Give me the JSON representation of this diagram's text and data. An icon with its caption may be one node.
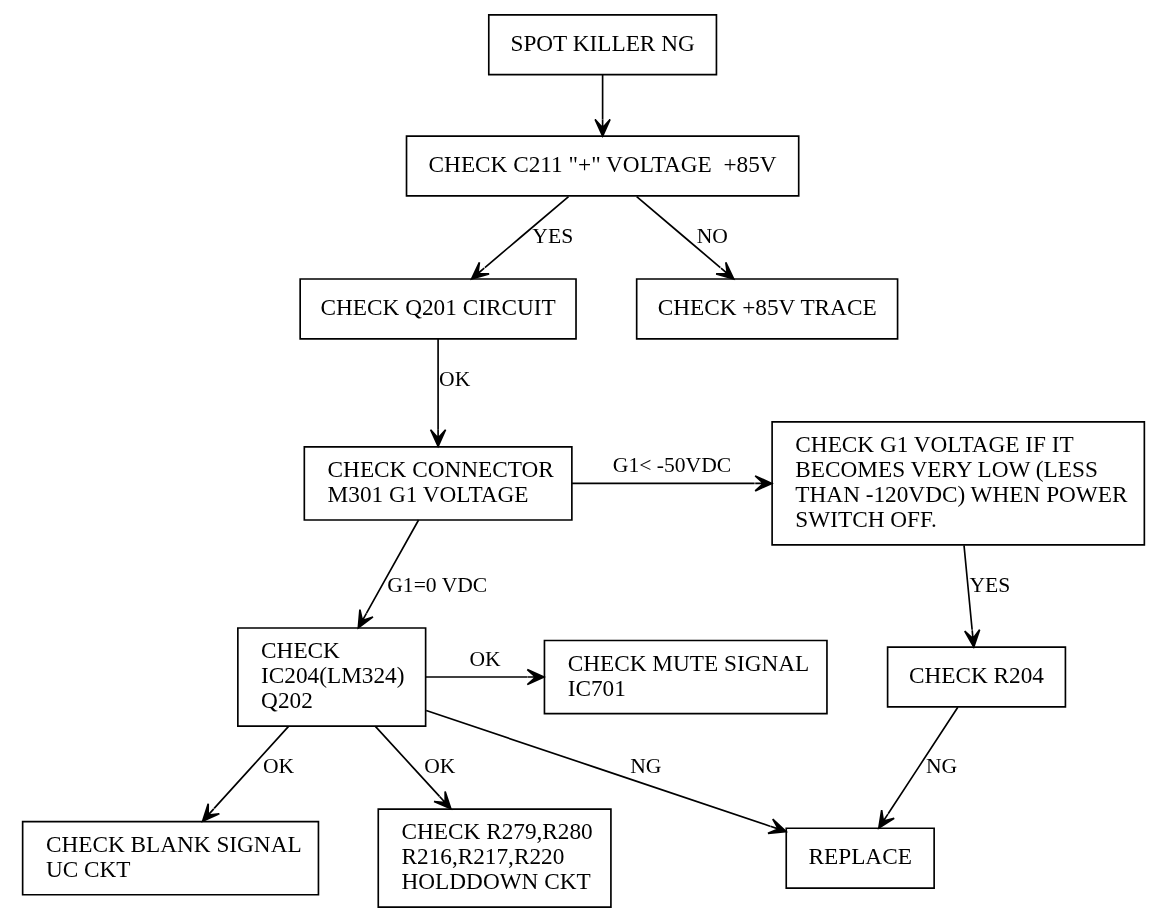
{
  "diagram": {
    "nodes": [
      {
        "text": [
          "SPOT KILLER NG"
        ]
      },
      {
        "text": [
          "CHECK C211 \"+\" VOLTAGE  +85V"
        ]
      },
      {
        "text": [
          "CHECK Q201 CIRCUIT"
        ]
      },
      {
        "text": [
          "CHECK +85V TRACE"
        ]
      },
      {
        "text": [
          "CHECK CONNECTOR M301 G1 VOLTAGE"
        ]
      },
      {
        "text": [
          "CHECK G1 VOLTAGE IF IT BECOMES VERY LOW (LESS THAN -120VDC) WHEN POWER SWITCH OFF."
        ]
      },
      {
        "text": [
          "CHECK MUTE SIGNAL IC701"
        ]
      },
      {
        "text": [
          "CHECK IC204(LM324) Q202"
        ]
      },
      {
        "text": [
          "REPLACE"
        ]
      },
      {
        "text": [
          "CHECK R204"
        ]
      },
      {
        "text": [
          "CHECK BLANK SIGNAL UC CKT"
        ]
      },
      {
        "text": [
          "CHECK R279,R280 R216,R217,R220 HOLDDOWN CKT"
        ]
      }
    ],
    "edges": [
      {
        "from": 0,
        "to": 1,
        "arrow": "to"
      },
      {
        "from": 1,
        "to": 2,
        "arrow": "to",
        "label": "YES"
      },
      {
        "from": 1,
        "to": 3,
        "arrow": "to",
        "label": "NO"
      },
      {
        "from": 2,
        "to": 4,
        "arrow": "to",
        "label": "OK"
      },
      {
        "from": 4,
        "to": 5,
        "arrow": "to",
        "label": "G1< -50VDC"
      },
      {
        "from": 4,
        "to": 7,
        "arrow": "to",
        "label": "G1=0 VDC"
      },
      {
        "from": 7,
        "to": 6,
        "arrow": "to",
        "label": "OK"
      },
      {
        "from": 7,
        "to": 8,
        "arrow": "to",
        "label": "NG"
      },
      {
        "from": 5,
        "to": 9,
        "arrow": "to",
        "label": "YES"
      },
      {
        "from": 9,
        "to": 8,
        "arrow": "to",
        "label": "NG"
      },
      {
        "from": 7,
        "to": 10,
        "arrow": "to",
        "label": "OK"
      },
      {
        "from": 7,
        "to": 11,
        "arrow": "to",
        "label": "OK"
      }
    ]
  }
}
